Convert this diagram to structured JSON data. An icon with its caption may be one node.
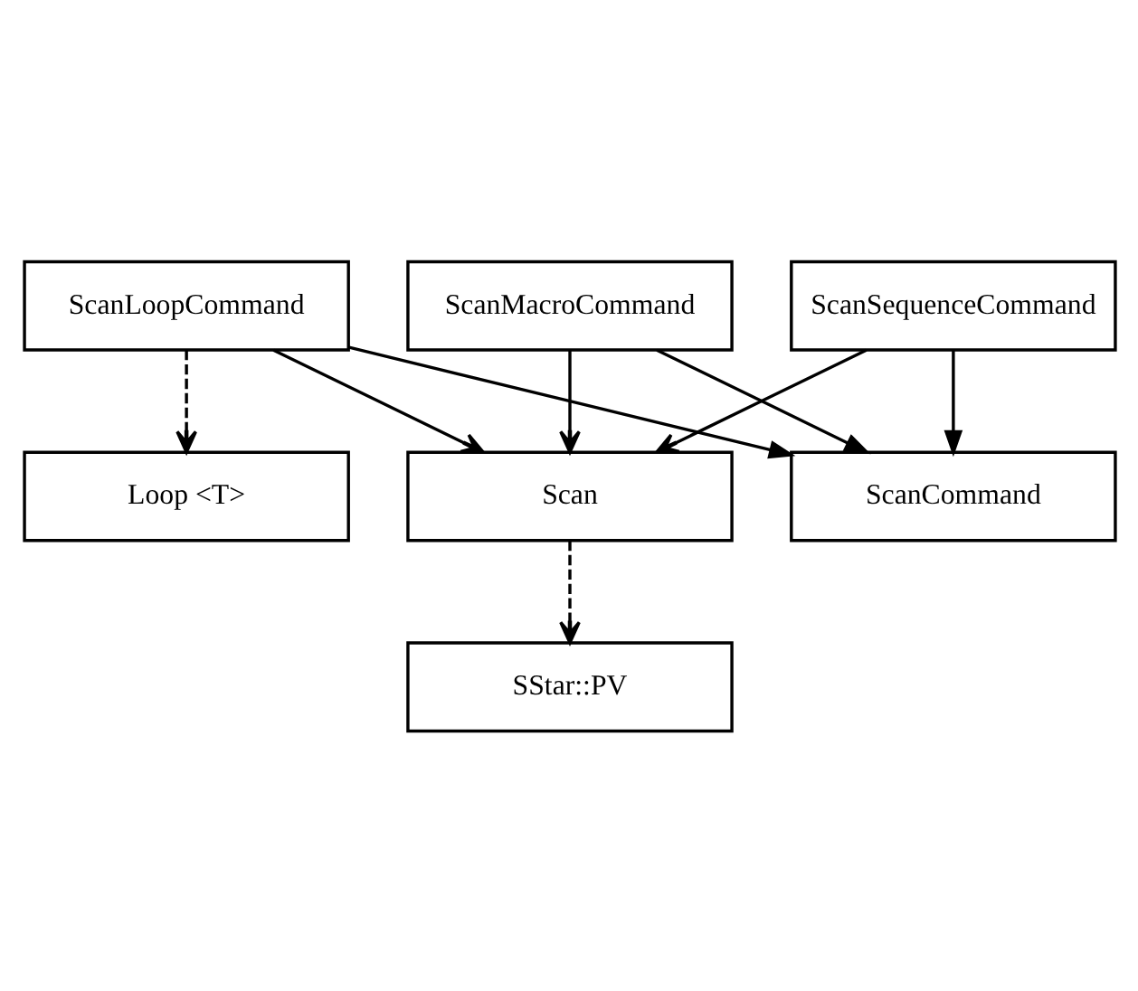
{
  "diagram": {
    "nodes": [
      {
        "text": [
          "Loop <T>"
        ]
      },
      {
        "text": [
          "ScanCommand"
        ]
      },
      {
        "text": [
          "ScanLoopCommand"
        ]
      },
      {
        "text": [
          "ScanSequenceCommand"
        ]
      },
      {
        "text": [
          "ScanMacroCommand"
        ]
      },
      {
        "text": [
          "SStar::PV"
        ]
      },
      {
        "text": [
          "Scan"
        ]
      }
    ],
    "edges": [
      {
        "from": 2,
        "to": 0,
        "arrow": "to",
        "style": "dashed"
      },
      {
        "from": 2,
        "to": 1,
        "arrow": "to"
      },
      {
        "from": 3,
        "to": 1,
        "arrow": "to"
      },
      {
        "from": 4,
        "to": 1,
        "arrow": "to"
      },
      {
        "from": 2,
        "to": 6,
        "arrow": "to"
      },
      {
        "from": 3,
        "to": 6,
        "arrow": "to"
      },
      {
        "from": 4,
        "to": 6,
        "arrow": "to"
      },
      {
        "from": 6,
        "to": 5,
        "arrow": "to",
        "style": "dashed"
      }
    ]
  }
}
